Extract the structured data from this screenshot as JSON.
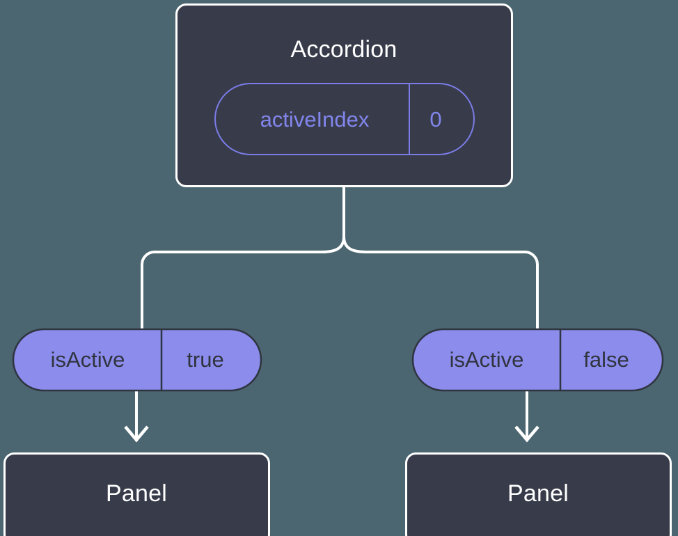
{
  "diagram": {
    "type": "component-tree",
    "background_color": "#4b6670",
    "root_node": {
      "title": "Accordion",
      "box_color": "#383c4a",
      "border_color": "#ffffff",
      "state_pill": {
        "label": "activeIndex",
        "value": "0",
        "style": "outlined",
        "accent_color": "#8285ec"
      }
    },
    "branches": [
      {
        "side": "left",
        "prop_pill": {
          "label": "isActive",
          "value": "true",
          "fill_color": "#8b8ceb",
          "text_color": "#30343f"
        },
        "child_node": {
          "title": "Panel",
          "box_color": "#383c4a",
          "border_color": "#ffffff"
        }
      },
      {
        "side": "right",
        "prop_pill": {
          "label": "isActive",
          "value": "false",
          "fill_color": "#8b8ceb",
          "text_color": "#30343f"
        },
        "child_node": {
          "title": "Panel",
          "box_color": "#383c4a",
          "border_color": "#ffffff"
        }
      }
    ]
  }
}
